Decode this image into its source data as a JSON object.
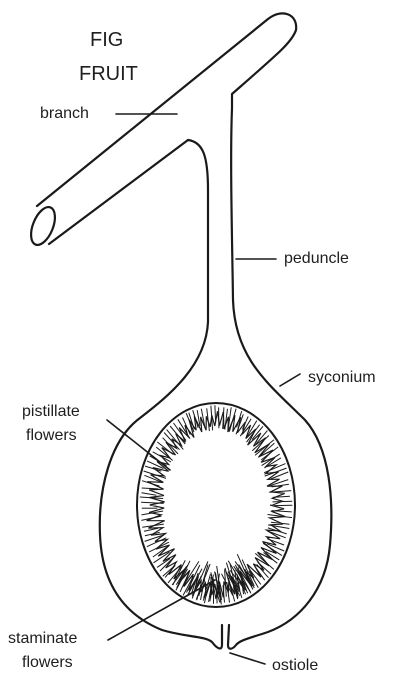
{
  "title_line1": "FIG",
  "title_line2": "FRUIT",
  "labels": {
    "branch": "branch",
    "peduncle": "peduncle",
    "syconium": "syconium",
    "pistillate_line1": "pistillate",
    "pistillate_line2": "flowers",
    "staminate_line1": "staminate",
    "staminate_line2": "flowers",
    "ostiole": "ostiole"
  }
}
